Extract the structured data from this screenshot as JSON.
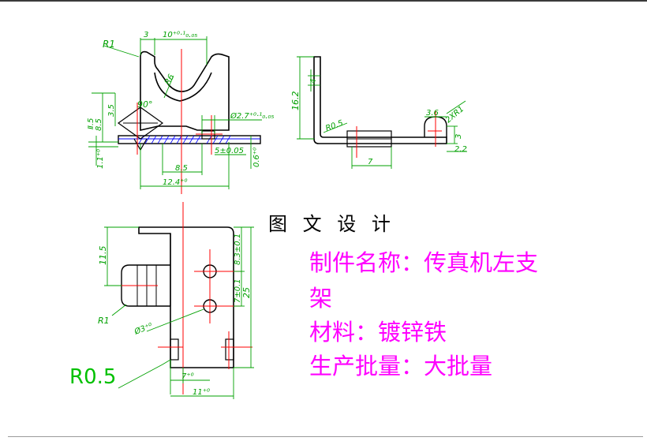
{
  "title": "图 文 设 计",
  "spec": {
    "part_name_line1": "制件名称：传真机左支",
    "part_name_line2": "架",
    "material": "材料：镀锌铁",
    "batch": "生产批量：大批量"
  },
  "top_left_view": {
    "r1": "R1",
    "dim_3": "3",
    "dim_10": "10⁺⁰·¹₀.₀₅",
    "r6": "R6",
    "angle_90": "90°",
    "dim_85": "8.5",
    "dim_35": "3.5",
    "dim_l5": "Ⅱ.5",
    "dim_1": "1.1⁺⁰",
    "dim_27": "Ø2.7⁺⁰·¹₀.₀₅",
    "dim_5": "5±0.05",
    "dim_06": "0.6⁺⁰",
    "dim_85b": "8.5",
    "dim_124": "12.4⁺⁰"
  },
  "top_right_view": {
    "dim_162": "16.2",
    "dim_4": "4",
    "r05": "R0.5",
    "dim_36": "3.6",
    "r1x2": "2XR1",
    "dim_3": "3",
    "dim_22": "2.2",
    "dim_7": "7"
  },
  "bottom_view": {
    "dim_115": "11.5",
    "dim_83": "8.3±0.1",
    "dim_7": "7±0.1",
    "dim_25": "25",
    "r1": "R1",
    "dim_31": "Ø3⁺⁰",
    "r05_large": "R0.5",
    "dim_7b": "7⁺⁰",
    "dim_11": "11⁺⁰"
  },
  "colors": {
    "outline": "#000000",
    "dimension": "#00a000",
    "center": "#ff0000",
    "hatch": "#0000ff",
    "spec_text": "#ff00ff"
  }
}
